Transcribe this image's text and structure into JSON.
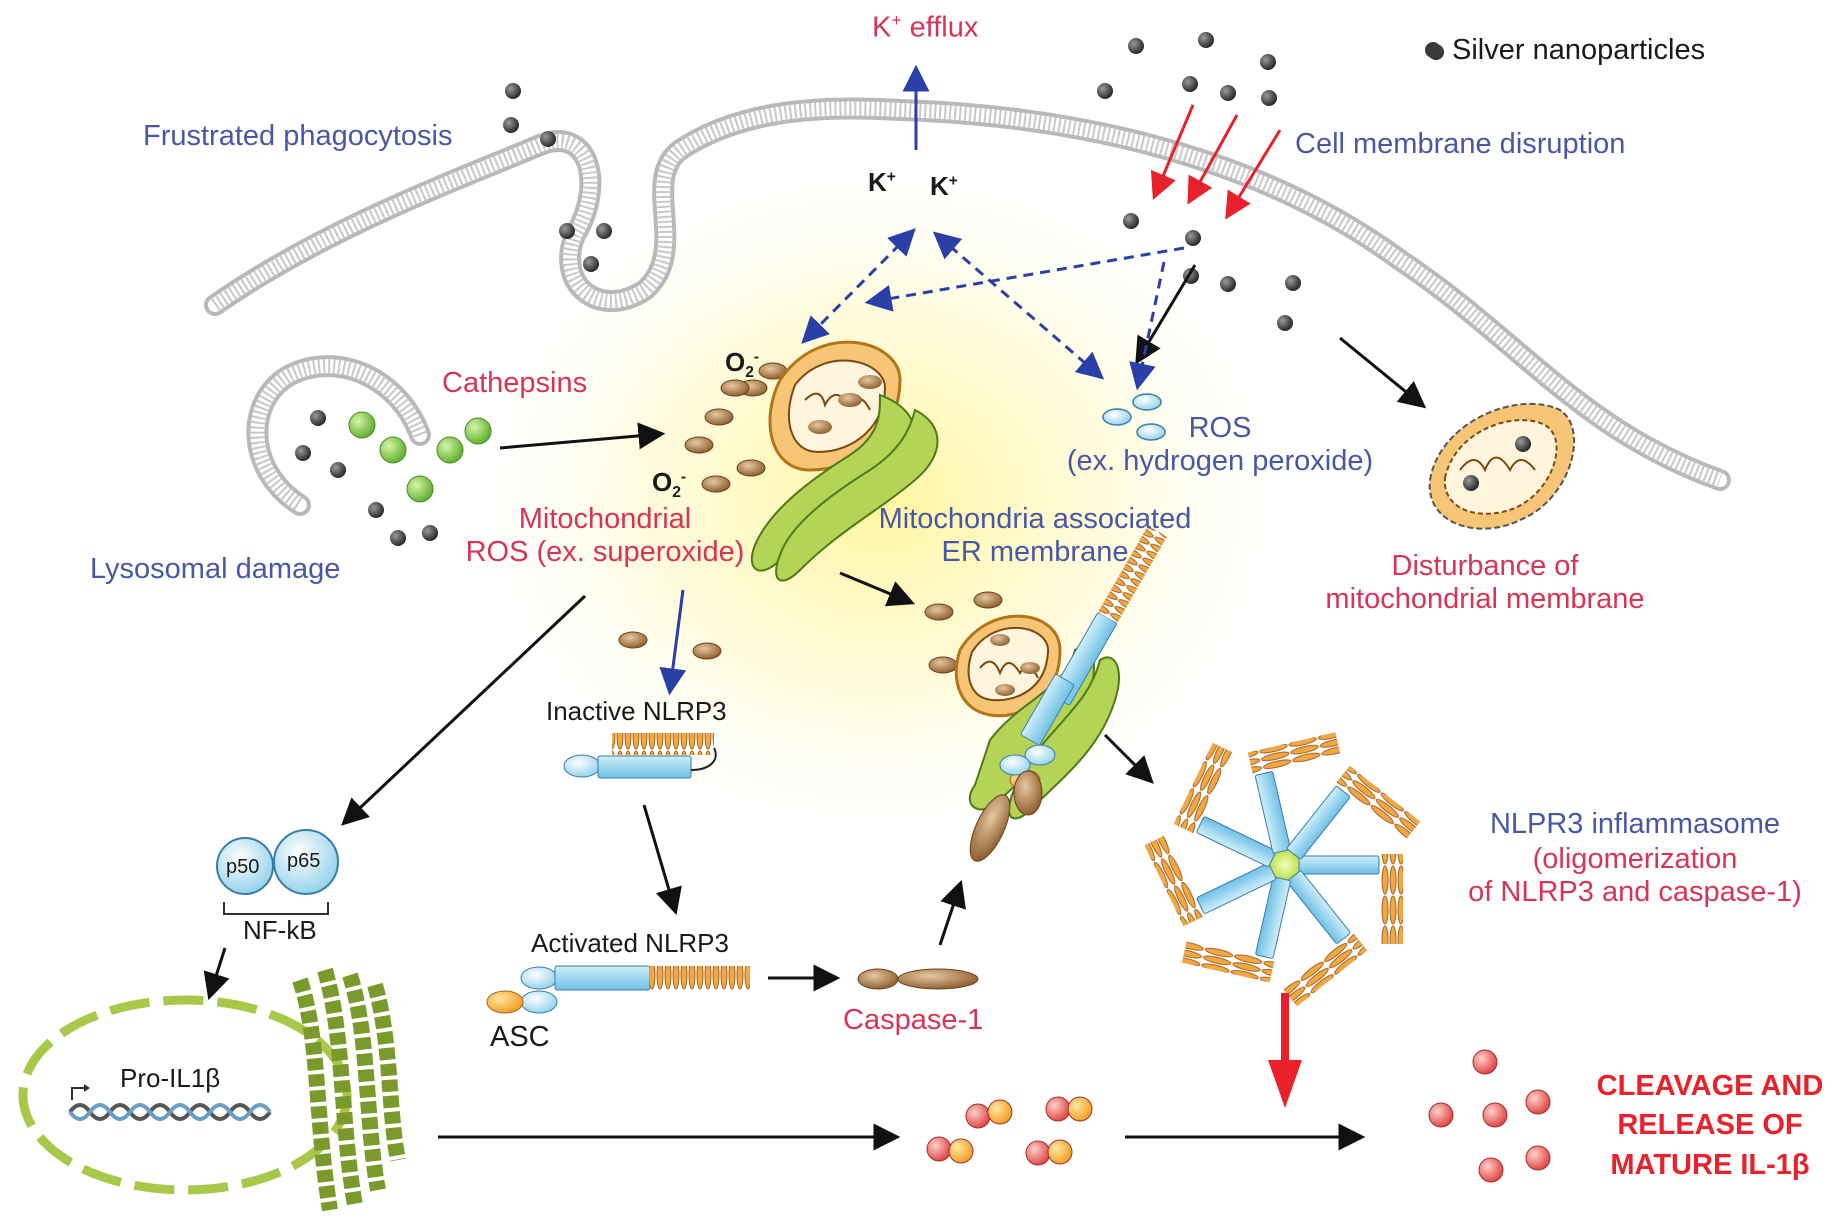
{
  "legend": {
    "silver_nanoparticles": "Silver nanoparticles"
  },
  "labels": {
    "k_efflux": "efflux",
    "k_efflux_k": "K",
    "k_plus": "+",
    "k1": "K",
    "k2": "K",
    "frustrated_phagocytosis": "Frustrated phagocytosis",
    "cell_membrane_disruption": "Cell membrane disruption",
    "cathepsins": "Cathepsins",
    "lysosomal_damage": "Lysosomal damage",
    "mito_ros_1": "Mitochondrial",
    "mito_ros_2": "ROS (ex. superoxide)",
    "ros_1": "ROS",
    "ros_2": "(ex. hydrogen peroxide)",
    "mam_1": "Mitochondria associated",
    "mam_2": "ER membrane",
    "disturbance_1": "Disturbance of",
    "disturbance_2": "mitochondrial membrane",
    "inactive_nlrp3": "Inactive NLRP3",
    "activated_nlrp3": "Activated NLRP3",
    "asc": "ASC",
    "caspase1": "Caspase-1",
    "p50": "p50",
    "p65": "p65",
    "nfkb": "NF-kB",
    "pro_il1b": "Pro-IL1β",
    "inflammasome_1": "NLPR3 inflammasome",
    "inflammasome_2": "(oligomerization",
    "inflammasome_3": "of NLRP3 and caspase-1)",
    "superoxide_o": "O",
    "superoxide_sub": "2",
    "superoxide_sup": "-",
    "cleavage_1": "CLEAVAGE AND",
    "cleavage_2": "RELEASE OF",
    "cleavage_3": "MATURE IL-1β"
  },
  "colors": {
    "blue_text": "#4a57a3",
    "red_text": "#d63557",
    "bright_red": "#e8212b",
    "nanoparticle": "#3a3a3a",
    "cathepsin_green": "#7dc24a",
    "er_green": "#a8c84a",
    "nlrp3_blue": "#8fd0ea",
    "coil_orange": "#e89b3a",
    "caspase_brown": "#8a5a2a",
    "il1b_red": "#e8474a",
    "glow": "#fff7a8"
  }
}
